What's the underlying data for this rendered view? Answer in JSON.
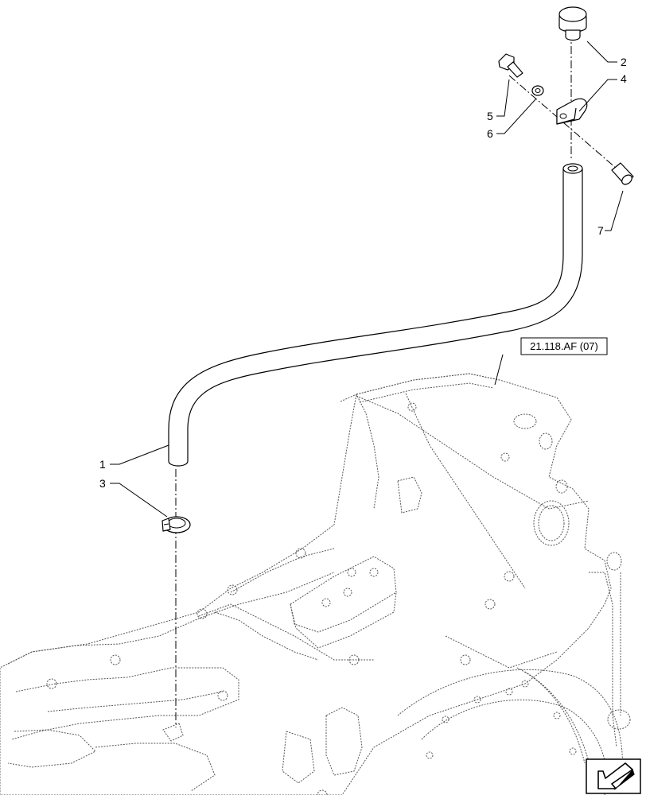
{
  "callouts": {
    "c1": "1",
    "c2": "2",
    "c3": "3",
    "c4": "4",
    "c5": "5",
    "c6": "6",
    "c7": "7"
  },
  "reference_box": "21.118.AF (07)",
  "icons": {
    "nav_arrow": "arrow-down-left-icon"
  }
}
